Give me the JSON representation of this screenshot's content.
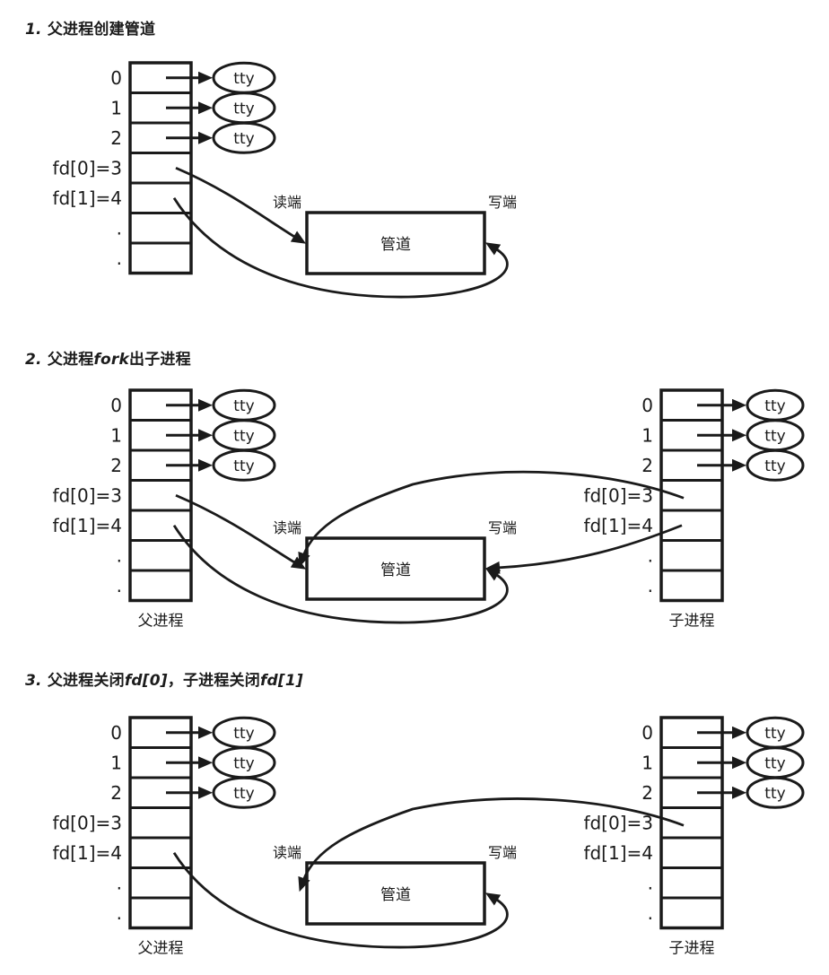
{
  "figure": {
    "background": "#ffffff",
    "ink": "#1a1a1a",
    "sections": [
      {
        "id": 1,
        "heading": [
          {
            "t": "1. ",
            "i": true
          },
          {
            "t": "父进程创建管道",
            "i": false
          }
        ],
        "show_child": false,
        "show_process_labels": false,
        "arrows": [
          "parent_fd0_read",
          "parent_fd1_write"
        ]
      },
      {
        "id": 2,
        "heading": [
          {
            "t": "2. ",
            "i": true
          },
          {
            "t": "父进程",
            "i": false
          },
          {
            "t": "fork",
            "i": true
          },
          {
            "t": "出子进程",
            "i": false
          }
        ],
        "show_child": true,
        "show_process_labels": true,
        "arrows": [
          "parent_fd0_read",
          "parent_fd1_write",
          "child_fd0_read",
          "child_fd1_write"
        ]
      },
      {
        "id": 3,
        "heading": [
          {
            "t": "3. ",
            "i": true
          },
          {
            "t": "父进程关闭",
            "i": false
          },
          {
            "t": "fd[0]",
            "i": true
          },
          {
            "t": "，子进程关闭",
            "i": false
          },
          {
            "t": "fd[1]",
            "i": true
          }
        ],
        "show_child": true,
        "show_process_labels": true,
        "arrows": [
          "parent_fd1_write",
          "child_fd0_read"
        ]
      }
    ],
    "fd_table": {
      "row_labels": [
        "0",
        "1",
        "2",
        "fd[0]=3",
        "fd[1]=4",
        ".",
        "."
      ],
      "tty_label": "tty"
    },
    "pipe": {
      "label": "管道",
      "read_end_label": "读端",
      "write_end_label": "写端"
    },
    "process_labels": {
      "parent": "父进程",
      "child": "子进程"
    }
  }
}
